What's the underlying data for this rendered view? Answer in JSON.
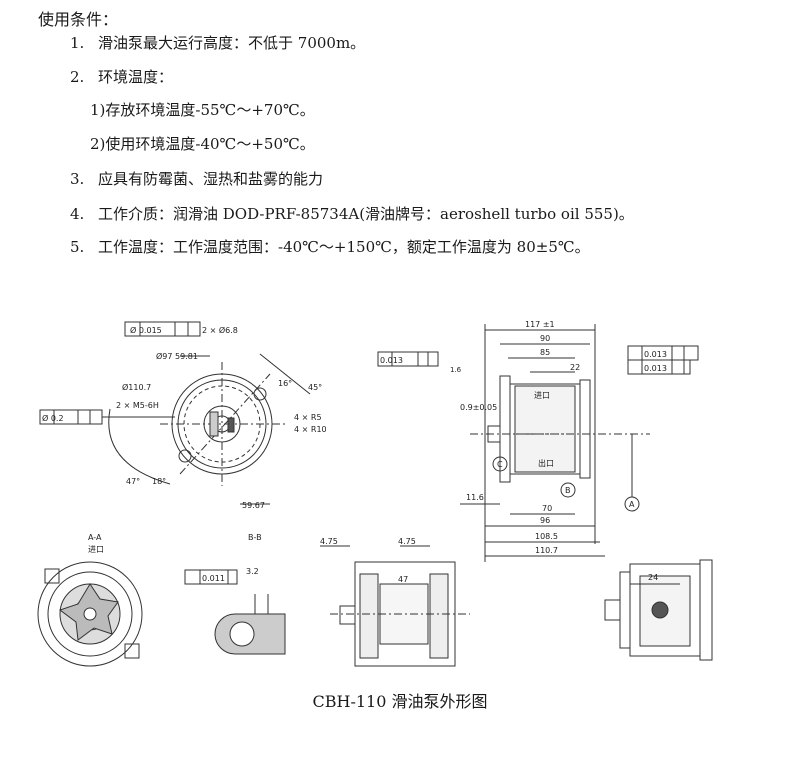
{
  "heading": "使用条件：",
  "conditions": [
    {
      "num": "1.",
      "text": "滑油泵最大运行高度：不低于 7000m。"
    },
    {
      "num": "2.",
      "text": "环境温度："
    },
    {
      "num": "3.",
      "text": "应具有防霉菌、湿热和盐雾的能力"
    },
    {
      "num": "4.",
      "text": "工作介质：润滑油 DOD-PRF-85734A(滑油牌号：aeroshell turbo oil 555)。"
    },
    {
      "num": "5.",
      "text": "工作温度：工作温度范围：-40℃～+150℃，额定工作温度为 80±5℃。"
    }
  ],
  "sub_conditions": [
    "1)存放环境温度-55℃～+70℃。",
    "2)使用环境温度-40℃～+50℃。"
  ],
  "drawing": {
    "section_aa": "A-A",
    "section_bb": "B-B",
    "inlet": "进口",
    "outlet": "出口",
    "dims": {
      "d117": "117 ±1",
      "d90": "90",
      "d85": "85",
      "d22": "22",
      "d70": "70",
      "d96": "96",
      "d1085": "108.5",
      "d1107": "110.7",
      "d116": "11.6",
      "d24": "24",
      "d47": "47",
      "d5967": "59.67",
      "d5981": "59.81",
      "d97": "Ø97",
      "d1107c": "Ø110.7",
      "a16": "16°",
      "a45": "45°",
      "a47": "47°",
      "a18": "18°",
      "r5": "4 × R5",
      "r10": "4 × R10",
      "m5": "2 × M5-6H",
      "hole": "2 × Ø6.8",
      "tol1": "Ø 0.015",
      "tol2": "Ø 0.2",
      "tol3": "0.013",
      "tol4": "0.013",
      "tol5": "0.013",
      "tol6": "0.011",
      "d475a": "4.75",
      "d475b": "4.75",
      "d32": "3.2",
      "d09": "0.9±0.05",
      "d16": "1.6"
    },
    "letters": {
      "a": "A",
      "b": "B",
      "c": "C"
    }
  },
  "caption": "CBH-110 滑油泵外形图"
}
